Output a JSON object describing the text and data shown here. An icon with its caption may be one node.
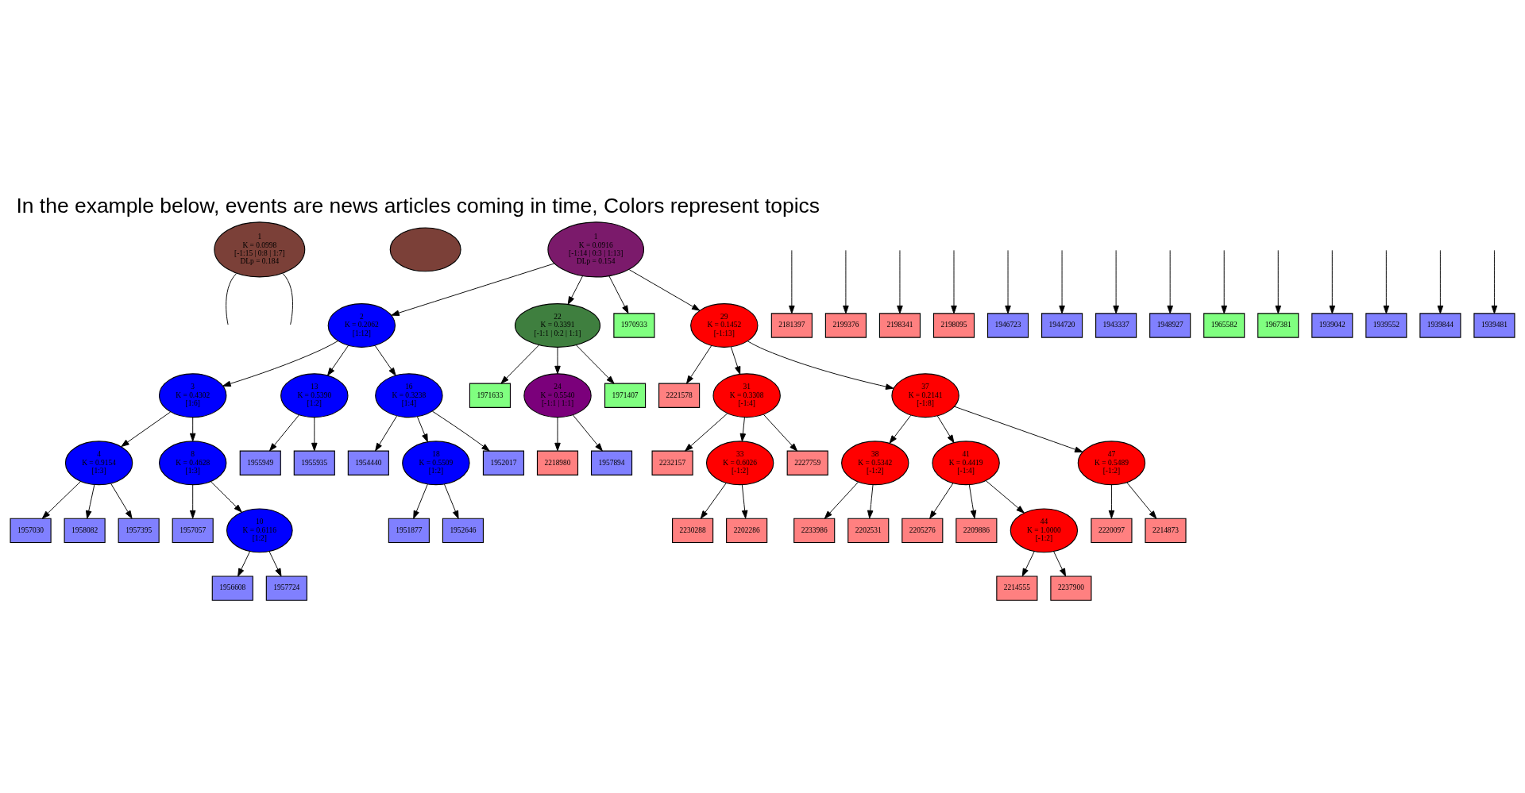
{
  "diagram": {
    "title": "In the example below, events are news articles coming in time, Colors represent topics",
    "nodes": [
      {
        "text": [
          "1",
          "K = 0.0998",
          "[-1:15 | 0:8 | 1:7]",
          "DLp = 0.184"
        ]
      },
      {
        "text": [],
        "shape": "ellipse"
      },
      {
        "text": [
          "1",
          "K = 0.0916",
          "[-1:14 | 0:3 | 1:13]",
          "DLp = 0.154"
        ]
      },
      {
        "text": [
          "2",
          "K = 0.2062",
          "[1:12]"
        ]
      },
      {
        "text": [
          "22",
          "K = 0.3391",
          "[-1:1 | 0:2 | 1:1]"
        ]
      },
      {
        "text": [
          "1970933"
        ]
      },
      {
        "text": [
          "29",
          "K = 0.1452",
          "[-1:13]"
        ]
      },
      {
        "text": [
          "3",
          "K = 0.4302",
          "[1:6]"
        ]
      },
      {
        "text": [
          "13",
          "K = 0.5390",
          "[1:2]"
        ]
      },
      {
        "text": [
          "16",
          "K = 0.3238",
          "[1:4]"
        ]
      },
      {
        "text": [
          "1971633"
        ]
      },
      {
        "text": [
          "24",
          "K = 0.5540",
          "[-1:1 | 1:1]"
        ]
      },
      {
        "text": [
          "1971407"
        ]
      },
      {
        "text": [
          "2221578"
        ]
      },
      {
        "text": [
          "31",
          "K = 0.3308",
          "[-1:4]"
        ]
      },
      {
        "text": [
          "37",
          "K = 0.2141",
          "[-1:8]"
        ]
      },
      {
        "text": [
          "4",
          "K = 0.9154",
          "[1:3]"
        ]
      },
      {
        "text": [
          "8",
          "K = 0.4628",
          "[1:3]"
        ]
      },
      {
        "text": [
          "1955949"
        ]
      },
      {
        "text": [
          "1955935"
        ]
      },
      {
        "text": [
          "1954440"
        ]
      },
      {
        "text": [
          "18",
          "K = 0.5509",
          "[1:2]"
        ]
      },
      {
        "text": [
          "1952017"
        ]
      },
      {
        "text": [
          "2218980"
        ]
      },
      {
        "text": [
          "1957894"
        ]
      },
      {
        "text": [
          "2232157"
        ]
      },
      {
        "text": [
          "33",
          "K = 0.6026",
          "[-1:2]"
        ]
      },
      {
        "text": [
          "2227759"
        ]
      },
      {
        "text": [
          "38",
          "K = 0.5342",
          "[-1:2]"
        ]
      },
      {
        "text": [
          "41",
          "K = 0.4419",
          "[-1:4]"
        ]
      },
      {
        "text": [
          "47",
          "K = 0.5489",
          "[-1:2]"
        ]
      },
      {
        "text": [
          "1957030"
        ]
      },
      {
        "text": [
          "1958082"
        ]
      },
      {
        "text": [
          "1957395"
        ]
      },
      {
        "text": [
          "1957057"
        ]
      },
      {
        "text": [
          "10",
          "K = 0.6116",
          "[1:2]"
        ]
      },
      {
        "text": [
          "1951877"
        ]
      },
      {
        "text": [
          "1952646"
        ]
      },
      {
        "text": [
          "2230288"
        ]
      },
      {
        "text": [
          "2202286"
        ]
      },
      {
        "text": [
          "2233986"
        ]
      },
      {
        "text": [
          "2202531"
        ]
      },
      {
        "text": [
          "2205276"
        ]
      },
      {
        "text": [
          "2209886"
        ]
      },
      {
        "text": [
          "44",
          "K = 1.0000",
          "[-1:2]"
        ]
      },
      {
        "text": [
          "2220097"
        ]
      },
      {
        "text": [
          "2214873"
        ]
      },
      {
        "text": [
          "1956608"
        ]
      },
      {
        "text": [
          "1957724"
        ]
      },
      {
        "text": [
          "2214555"
        ]
      },
      {
        "text": [
          "2237900"
        ]
      },
      {
        "text": [
          "2181397"
        ]
      },
      {
        "text": [
          "2199376"
        ]
      },
      {
        "text": [
          "2198341"
        ]
      },
      {
        "text": [
          "2198095"
        ]
      },
      {
        "text": [
          "1946723"
        ]
      },
      {
        "text": [
          "1944720"
        ]
      },
      {
        "text": [
          "1943337"
        ]
      },
      {
        "text": [
          "1948927"
        ]
      },
      {
        "text": [
          "1965582"
        ]
      },
      {
        "text": [
          "1967381"
        ]
      },
      {
        "text": [
          "1939042"
        ]
      },
      {
        "text": [
          "1939552"
        ]
      },
      {
        "text": [
          "1939844"
        ]
      },
      {
        "text": [
          "1939481"
        ]
      }
    ],
    "edges": [
      {
        "from": 0,
        "to": null,
        "arrow": "none"
      },
      {
        "from": 0,
        "to": null,
        "arrow": "none"
      },
      {
        "from": 2,
        "to": 3,
        "arrow": "to"
      },
      {
        "from": 2,
        "to": 4,
        "arrow": "to"
      },
      {
        "from": 2,
        "to": 5,
        "arrow": "to"
      },
      {
        "from": 2,
        "to": 6,
        "arrow": "to"
      },
      {
        "from": 3,
        "to": 7,
        "arrow": "to"
      },
      {
        "from": 3,
        "to": 8,
        "arrow": "to"
      },
      {
        "from": 3,
        "to": 9,
        "arrow": "to"
      },
      {
        "from": 4,
        "to": 10,
        "arrow": "to"
      },
      {
        "from": 4,
        "to": 11,
        "arrow": "to"
      },
      {
        "from": 4,
        "to": 12,
        "arrow": "to"
      },
      {
        "from": 6,
        "to": 13,
        "arrow": "to"
      },
      {
        "from": 6,
        "to": 14,
        "arrow": "to"
      },
      {
        "from": 6,
        "to": 15,
        "arrow": "to"
      },
      {
        "from": 7,
        "to": 16,
        "arrow": "to"
      },
      {
        "from": 7,
        "to": 17,
        "arrow": "to"
      },
      {
        "from": 8,
        "to": 18,
        "arrow": "to"
      },
      {
        "from": 8,
        "to": 19,
        "arrow": "to"
      },
      {
        "from": 9,
        "to": 20,
        "arrow": "to"
      },
      {
        "from": 9,
        "to": 21,
        "arrow": "to"
      },
      {
        "from": 9,
        "to": 22,
        "arrow": "to"
      },
      {
        "from": 11,
        "to": 23,
        "arrow": "to"
      },
      {
        "from": 11,
        "to": 24,
        "arrow": "to"
      },
      {
        "from": 14,
        "to": 25,
        "arrow": "to"
      },
      {
        "from": 14,
        "to": 26,
        "arrow": "to"
      },
      {
        "from": 14,
        "to": 27,
        "arrow": "to"
      },
      {
        "from": 15,
        "to": 28,
        "arrow": "to"
      },
      {
        "from": 15,
        "to": 29,
        "arrow": "to"
      },
      {
        "from": 15,
        "to": 30,
        "arrow": "to"
      },
      {
        "from": 16,
        "to": 31,
        "arrow": "to"
      },
      {
        "from": 16,
        "to": 32,
        "arrow": "to"
      },
      {
        "from": 16,
        "to": 33,
        "arrow": "to"
      },
      {
        "from": 17,
        "to": 34,
        "arrow": "to"
      },
      {
        "from": 17,
        "to": 35,
        "arrow": "to"
      },
      {
        "from": 21,
        "to": 36,
        "arrow": "to"
      },
      {
        "from": 21,
        "to": 37,
        "arrow": "to"
      },
      {
        "from": 26,
        "to": 38,
        "arrow": "to"
      },
      {
        "from": 26,
        "to": 39,
        "arrow": "to"
      },
      {
        "from": 28,
        "to": 40,
        "arrow": "to"
      },
      {
        "from": 28,
        "to": 41,
        "arrow": "to"
      },
      {
        "from": 29,
        "to": 42,
        "arrow": "to"
      },
      {
        "from": 29,
        "to": 43,
        "arrow": "to"
      },
      {
        "from": 29,
        "to": 44,
        "arrow": "to"
      },
      {
        "from": 30,
        "to": 45,
        "arrow": "to"
      },
      {
        "from": 30,
        "to": 46,
        "arrow": "to"
      },
      {
        "from": 35,
        "to": 47,
        "arrow": "to"
      },
      {
        "from": 35,
        "to": 48,
        "arrow": "to"
      },
      {
        "from": 44,
        "to": 49,
        "arrow": "to"
      },
      {
        "from": 44,
        "to": 50,
        "arrow": "to"
      },
      {
        "from": null,
        "to": 51,
        "arrow": "to"
      },
      {
        "from": null,
        "to": 52,
        "arrow": "to"
      },
      {
        "from": null,
        "to": 53,
        "arrow": "to"
      },
      {
        "from": null,
        "to": 54,
        "arrow": "to"
      },
      {
        "from": null,
        "to": 55,
        "arrow": "to"
      },
      {
        "from": null,
        "to": 56,
        "arrow": "to"
      },
      {
        "from": null,
        "to": 57,
        "arrow": "to"
      },
      {
        "from": null,
        "to": 58,
        "arrow": "to"
      },
      {
        "from": null,
        "to": 59,
        "arrow": "to"
      },
      {
        "from": null,
        "to": 60,
        "arrow": "to"
      },
      {
        "from": null,
        "to": 61,
        "arrow": "to"
      },
      {
        "from": null,
        "to": 62,
        "arrow": "to"
      },
      {
        "from": null,
        "to": 63,
        "arrow": "to"
      },
      {
        "from": null,
        "to": 64,
        "arrow": "to"
      }
    ]
  }
}
